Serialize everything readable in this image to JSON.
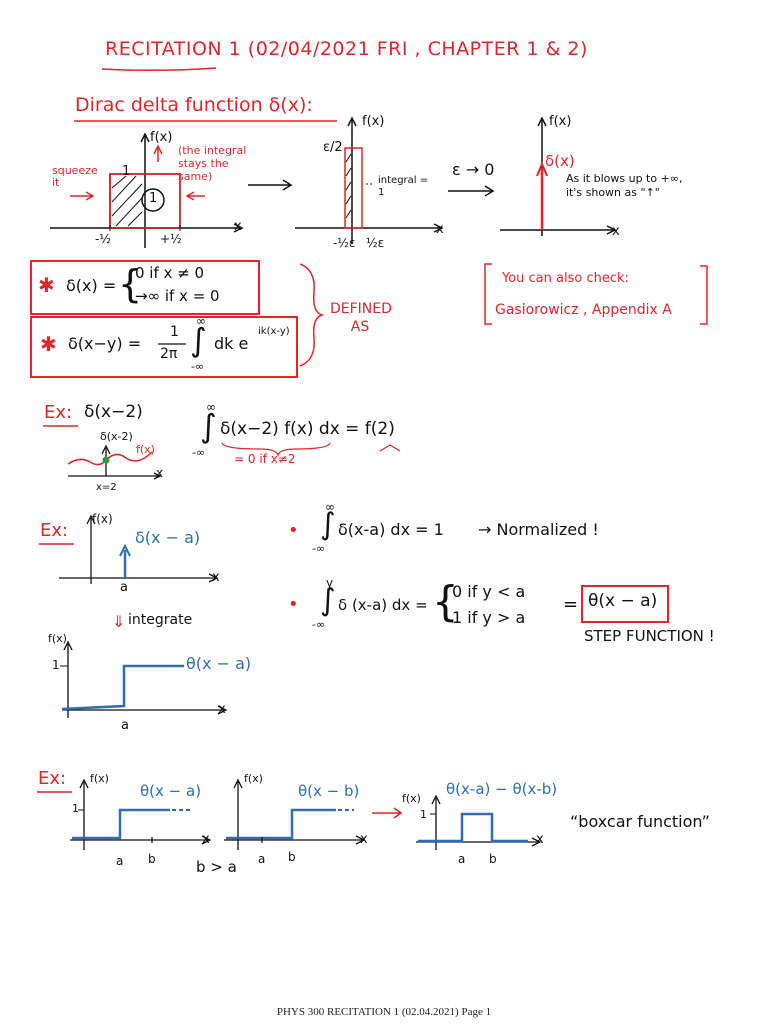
{
  "title": "RECITATION 1  (02/04/2021 FRI ,  CHAPTER 1 & 2)",
  "section_dirac": "Dirac delta function  δ(x):",
  "fig1": {
    "fx": "f(x)",
    "one": "1",
    "squeeze": "squeeze it",
    "note": "(the integral stays the same)",
    "circ": "1",
    "xlabel": "x",
    "tick_left": "-½",
    "tick_right": "+½"
  },
  "fig2": {
    "fx": "f(x)",
    "eps": "ε/2",
    "integral_note": "integral = 1",
    "xlabel": "x",
    "tick_left": "-½ε",
    "tick_right": "½ε"
  },
  "limit": "ε → 0",
  "fig3": {
    "fx": "f(x)",
    "delta": "δ(x)",
    "note": "As it blows up to +∞, it's shown as \"↑\"",
    "xlabel": "x"
  },
  "def1": {
    "star": "✱",
    "lhs": "δ(x) =",
    "case1": "0  if  x ≠ 0",
    "case2": "→∞  if  x = 0"
  },
  "def2": {
    "star": "✱",
    "text": "δ(x−y) =",
    "frac_num": "1",
    "frac_den": "2π",
    "int_upper": "∞",
    "int_lower": "-∞",
    "integrand": "dk  e",
    "exponent": "ik(x-y)"
  },
  "defined_as": "DEFINED AS",
  "also_check": "You can also check:",
  "reference": "Gasiorowicz  ,  Appendix A",
  "ex1": {
    "label": "Ex:",
    "title": "δ(x−2)",
    "delta_label": "δ(x-2)",
    "f_label": "f(x)",
    "xlabel": "x",
    "x_at": "x=2",
    "int_upper": "∞",
    "int_lower": "-∞",
    "equation": "δ(x−2) f(x) dx  =  f(2)",
    "note": "= 0  if  x≠2"
  },
  "ex2": {
    "label": "Ex:",
    "fx": "f(x)",
    "delta": "δ(x − a)",
    "a": "a",
    "xlabel": "x",
    "integrate": "integrate",
    "bullet1_upper": "∞",
    "bullet1_lower": "-∞",
    "bullet1": "δ(x-a) dx  =  1",
    "normalized": "→ Normalized !",
    "bullet2_upper": "y",
    "bullet2_lower": "-∞",
    "bullet2": "δ (x-a) dx  =",
    "case1": "0   if   y < a",
    "case2": "1   if   y > a",
    "theta_box": "θ(x − a)",
    "eq": "=",
    "step": "STEP FUNCTION !",
    "fx2": "f(x)",
    "one": "1",
    "theta": "θ(x − a)",
    "a2": "a",
    "xlabel2": "x"
  },
  "ex3": {
    "label": "Ex:",
    "fx": "f(x)",
    "one": "1",
    "theta_a": "θ(x − a)",
    "theta_b": "θ(x − b)",
    "a": "a",
    "b": "b",
    "xlabel": "x",
    "b_gt_a": "b > a",
    "diff": "θ(x-a) − θ(x-b)",
    "boxcar": "“boxcar function”"
  },
  "footer": "PHYS 300 RECITATION 1 (02.04.2021) Page 1",
  "colors": {
    "red": "#e0262b",
    "blue": "#2f6db5",
    "black": "#111111"
  }
}
